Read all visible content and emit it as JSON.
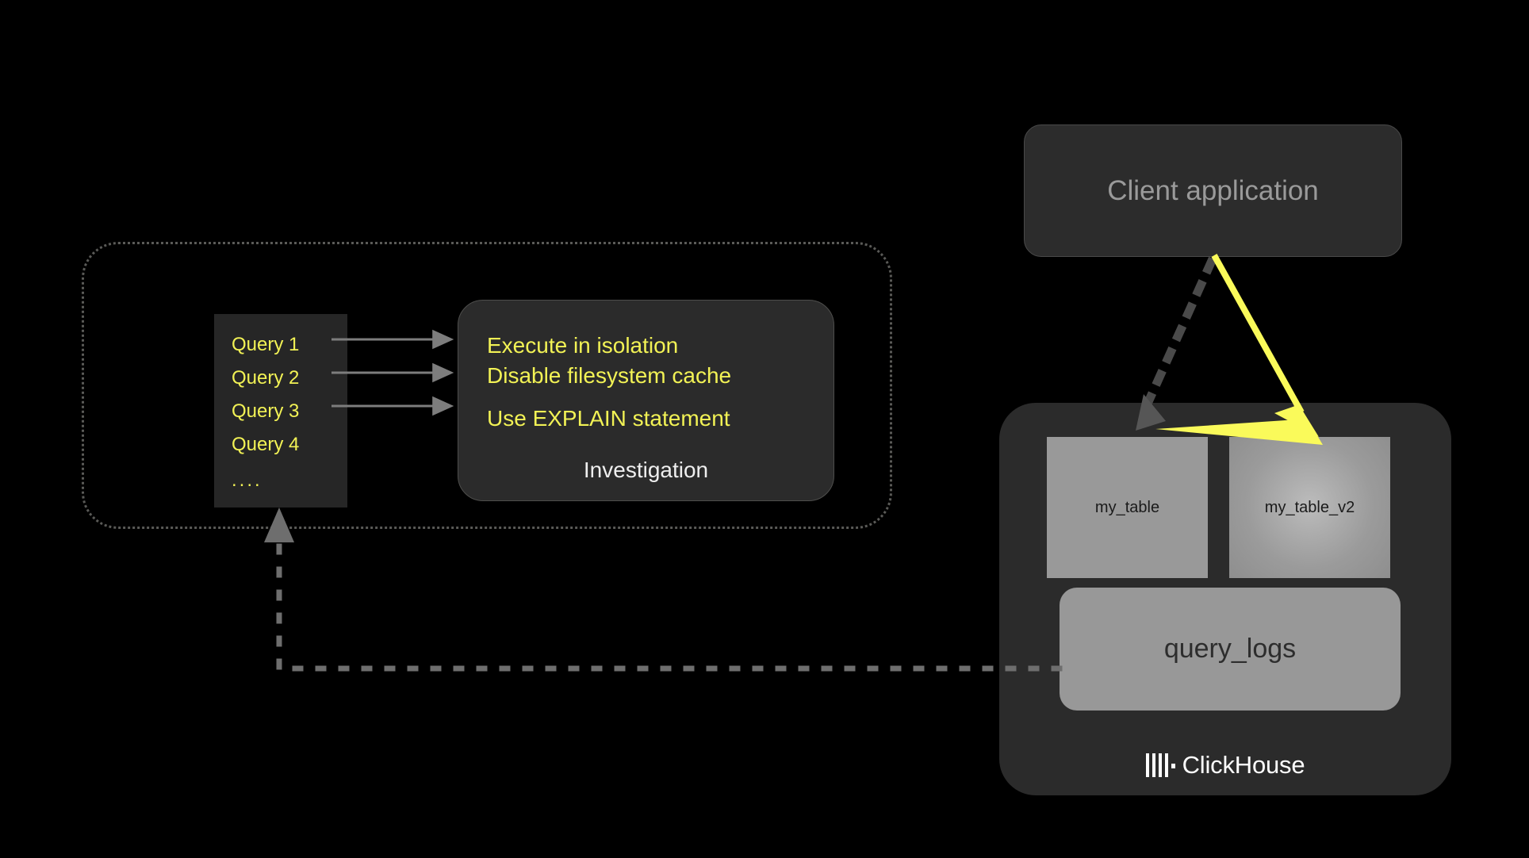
{
  "investigation_group": {
    "queries": [
      {
        "label": "Query 1"
      },
      {
        "label": "Query 2"
      },
      {
        "label": "Query 3"
      },
      {
        "label": "Query 4"
      },
      {
        "label": "...."
      }
    ],
    "investigation_box": {
      "tips": [
        "Execute in isolation",
        "Disable filesystem cache",
        "Use EXPLAIN statement"
      ],
      "caption": "Investigation"
    }
  },
  "client": {
    "label": "Client application"
  },
  "clickhouse": {
    "tables": [
      {
        "name": "my_table"
      },
      {
        "name": "my_table_v2"
      }
    ],
    "logs_table": "query_logs",
    "brand": "ClickHouse"
  },
  "colors": {
    "background": "#000000",
    "accent_yellow": "#f2f255",
    "arrow_yellow": "#fafa5a",
    "panel_dark": "#2b2b2b",
    "table_gray": "#999999",
    "connector_gray": "#6e6e6e"
  }
}
